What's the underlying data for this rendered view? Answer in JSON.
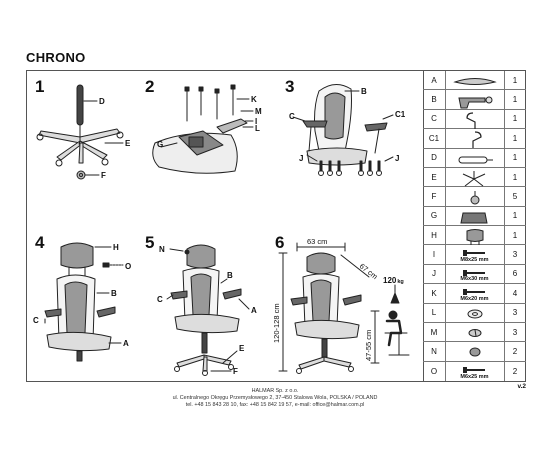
{
  "title": "CHRONO",
  "steps": [
    "1",
    "2",
    "3",
    "4",
    "5",
    "6"
  ],
  "labels": {
    "s1": [
      "D",
      "E",
      "F"
    ],
    "s2": [
      "K",
      "M",
      "I",
      "L",
      "G"
    ],
    "s3": [
      "B",
      "C",
      "C1",
      "J",
      "J"
    ],
    "s4": [
      "H",
      "O",
      "B",
      "C",
      "A"
    ],
    "s5": [
      "N",
      "C",
      "B",
      "A",
      "E",
      "F"
    ],
    "s6": []
  },
  "dimensions": {
    "width": "63 cm",
    "depth": "67 cm",
    "height": "120-128 cm",
    "seat_height": "47-55 cm",
    "load": "120",
    "load_unit": "kg"
  },
  "parts": [
    {
      "letter": "A",
      "qty": "1",
      "spec": "",
      "icon": "armrest-pad-icon"
    },
    {
      "letter": "B",
      "qty": "1",
      "spec": "",
      "icon": "armrest-icon"
    },
    {
      "letter": "C",
      "qty": "1",
      "spec": "",
      "icon": "arm-bracket-icon"
    },
    {
      "letter": "C1",
      "qty": "1",
      "spec": "",
      "icon": "arm-bracket-mirror-icon"
    },
    {
      "letter": "D",
      "qty": "1",
      "spec": "",
      "icon": "gas-lift-icon"
    },
    {
      "letter": "E",
      "qty": "1",
      "spec": "",
      "icon": "star-base-icon"
    },
    {
      "letter": "F",
      "qty": "5",
      "spec": "",
      "icon": "caster-icon"
    },
    {
      "letter": "G",
      "qty": "1",
      "spec": "",
      "icon": "mechanism-icon"
    },
    {
      "letter": "H",
      "qty": "1",
      "spec": "",
      "icon": "headrest-icon"
    },
    {
      "letter": "I",
      "qty": "3",
      "spec": "M8x25 mm",
      "icon": "bolt-icon"
    },
    {
      "letter": "J",
      "qty": "6",
      "spec": "M6x30 mm",
      "icon": "bolt-icon"
    },
    {
      "letter": "K",
      "qty": "4",
      "spec": "M6x20 mm",
      "icon": "bolt-icon"
    },
    {
      "letter": "L",
      "qty": "3",
      "spec": "",
      "icon": "washer-icon"
    },
    {
      "letter": "M",
      "qty": "3",
      "spec": "",
      "icon": "spring-washer-icon"
    },
    {
      "letter": "N",
      "qty": "2",
      "spec": "",
      "icon": "cap-icon"
    },
    {
      "letter": "O",
      "qty": "2",
      "spec": "M6x25 mm",
      "icon": "bolt-icon"
    }
  ],
  "footer": {
    "line1": "HALMAR Sp. z o.o.",
    "line2": "ul. Centralnego Okręgu Przemysłowego 2, 37-450 Stalowa Wola, POLSKA / POLAND",
    "line3": "tel. +48 15 843 28 10, fax: +48 15 842 19 57, e-mail: office@halmar.com.pl"
  },
  "version": "v.2"
}
